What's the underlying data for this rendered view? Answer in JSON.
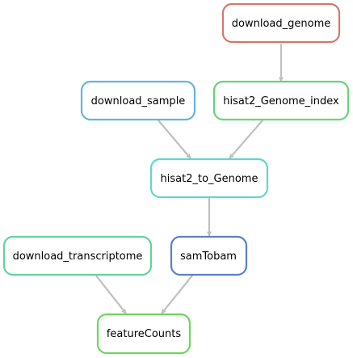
{
  "nodes": {
    "download_genome": {
      "label": "download_genome",
      "color": "#d8766a"
    },
    "download_sample": {
      "label": "download_sample",
      "color": "#66b5d6"
    },
    "hisat2_Genome_index": {
      "label": "hisat2_Genome_index",
      "color": "#65d47a"
    },
    "hisat2_to_Genome": {
      "label": "hisat2_to_Genome",
      "color": "#62d6ce"
    },
    "download_transcriptome": {
      "label": "download_transcriptome",
      "color": "#62d49a"
    },
    "samTobam": {
      "label": "samTobam",
      "color": "#5b7fcc"
    },
    "featureCounts": {
      "label": "featureCounts",
      "color": "#6cd65e"
    }
  },
  "edges": [
    {
      "from": "download_genome",
      "to": "hisat2_Genome_index"
    },
    {
      "from": "download_sample",
      "to": "hisat2_to_Genome"
    },
    {
      "from": "hisat2_Genome_index",
      "to": "hisat2_to_Genome"
    },
    {
      "from": "hisat2_to_Genome",
      "to": "samTobam"
    },
    {
      "from": "download_transcriptome",
      "to": "featureCounts"
    },
    {
      "from": "samTobam",
      "to": "featureCounts"
    }
  ],
  "edge_color": "#c0c0c0"
}
